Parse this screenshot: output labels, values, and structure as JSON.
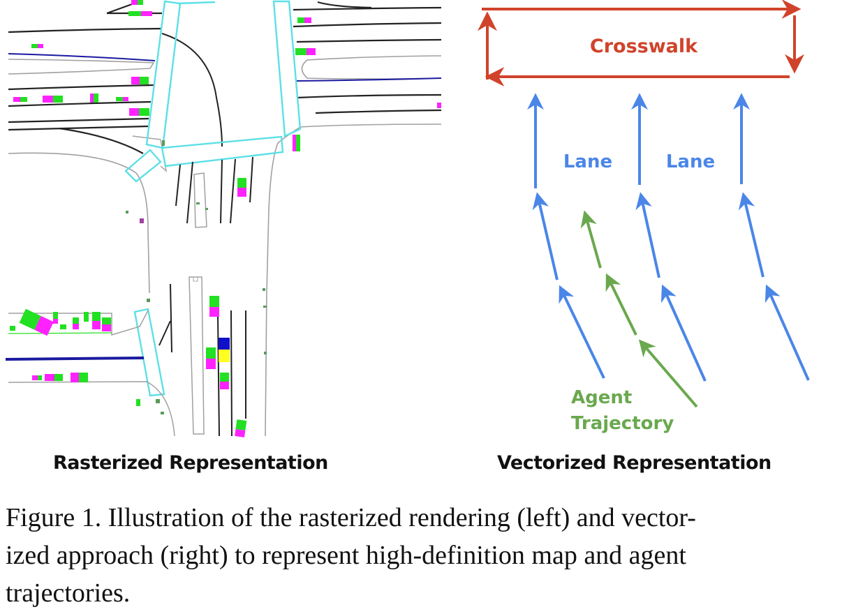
{
  "figure": {
    "left_panel": {
      "label": "Rasterized Representation",
      "legend_colors": {
        "crosswalk": "#5ce0e6",
        "lane_line": "#222222",
        "road_edge": "#9a9a9a",
        "divider": "#1a1aa0",
        "agent_front": "#22e022",
        "agent_back": "#ff22ff",
        "ego_front": "#1010c8",
        "ego_back": "#ffff22"
      }
    },
    "right_panel": {
      "label": "Vectorized Representation",
      "crosswalk_label": "Crosswalk",
      "lane_labels": [
        "Lane",
        "Lane"
      ],
      "agent_label_line1": "Agent",
      "agent_label_line2": "Trajectory",
      "colors": {
        "crosswalk": "#d0432b",
        "lane": "#4a86e8",
        "agent": "#6aa84f"
      }
    }
  },
  "caption": "Figure 1. Illustration of the rasterized rendering (left) and vectorized approach (right) to represent high-definition map and agent trajectories.",
  "caption_lines": [
    "Figure 1. Illustration of the rasterized rendering (left) and vector-",
    "ized approach (right) to represent high-definition map and agent",
    "trajectories."
  ]
}
